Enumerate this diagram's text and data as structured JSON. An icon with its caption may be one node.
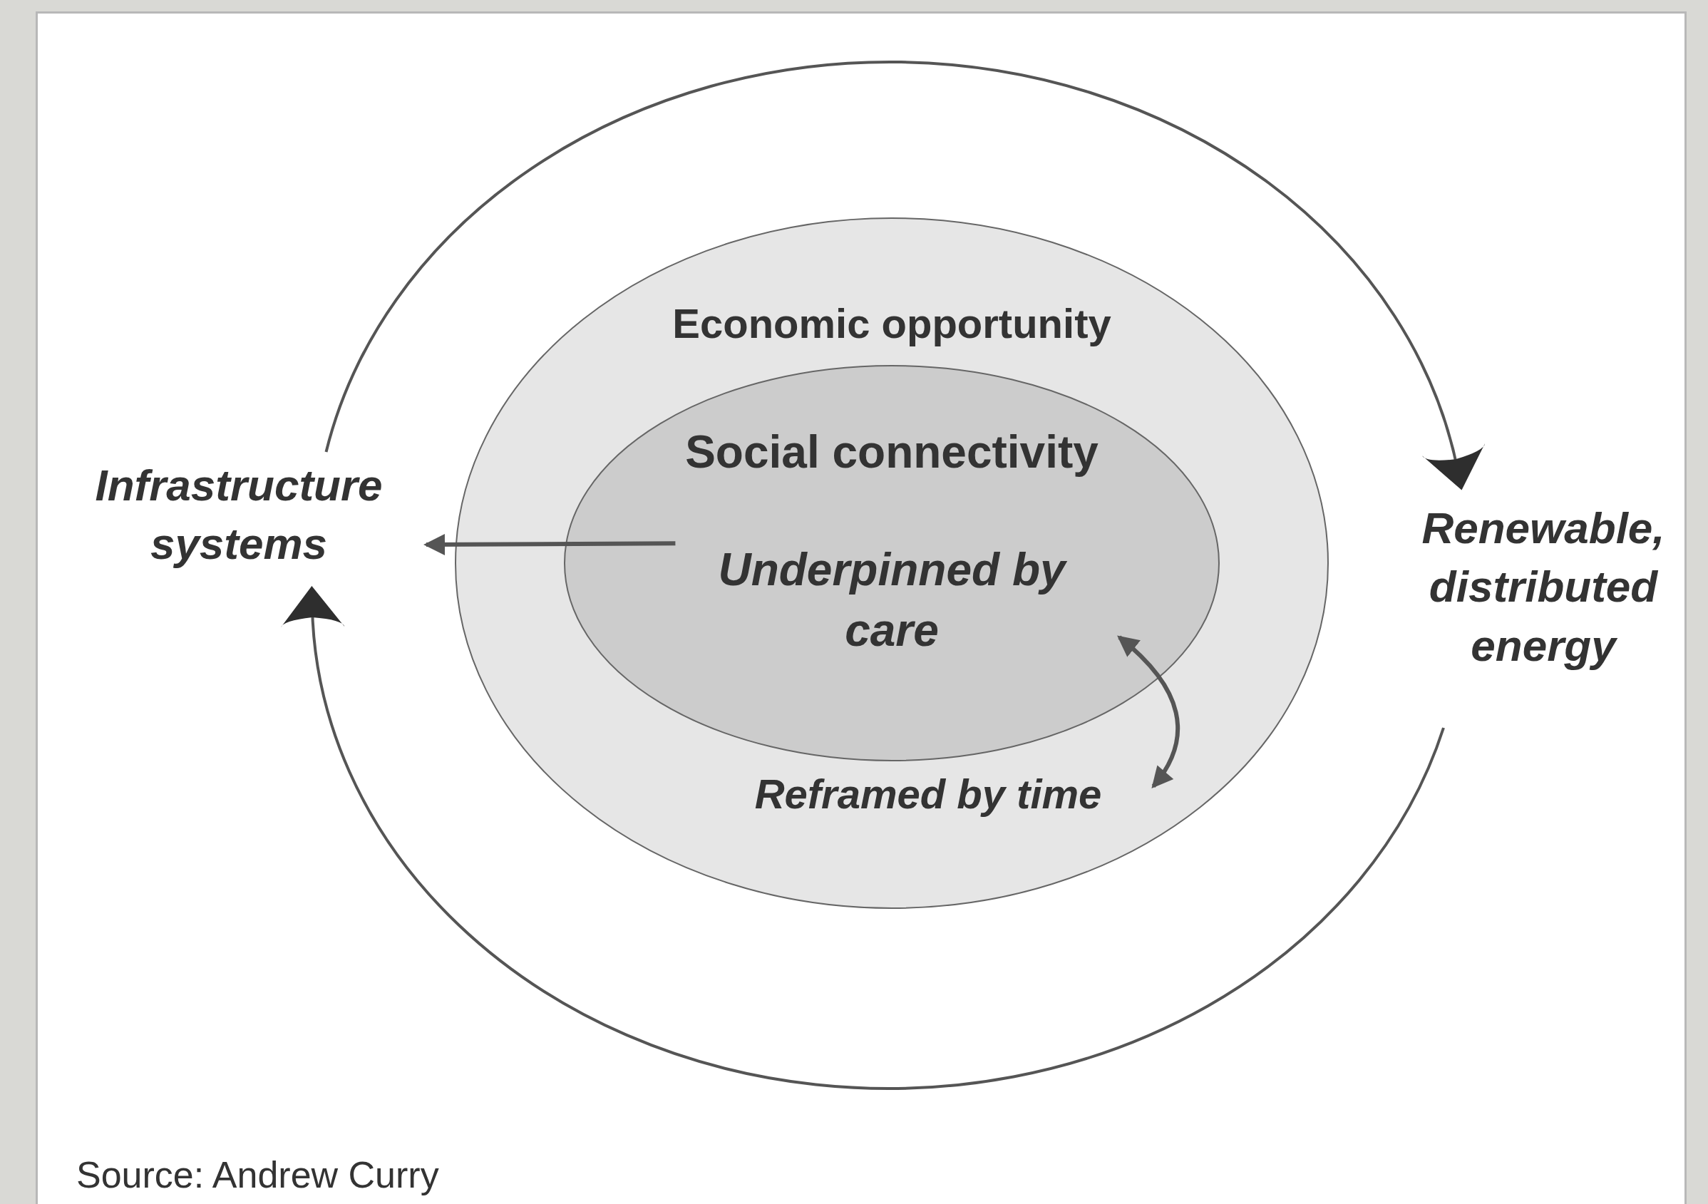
{
  "diagram": {
    "nodes": [
      {
        "text": [
          "Economic opportunity"
        ]
      },
      {
        "text": [
          "Social connectivity",
          "Underpinned by care"
        ],
        "in": 0
      },
      {
        "text": [
          "Reframed by time"
        ],
        "in": 0
      },
      {
        "text": [
          "Infrastructure systems"
        ]
      },
      {
        "text": [
          "Renewable, distributed energy"
        ]
      }
    ],
    "edges": [
      {
        "from": 3,
        "to": 4,
        "arrow": "to"
      },
      {
        "from": 4,
        "to": 3,
        "arrow": "to"
      },
      {
        "from": 1,
        "to": 3,
        "arrow": "to"
      },
      {
        "from": 2,
        "to": 1,
        "arrow": "both"
      }
    ],
    "labels": [
      "Source: Andrew Curry"
    ]
  }
}
